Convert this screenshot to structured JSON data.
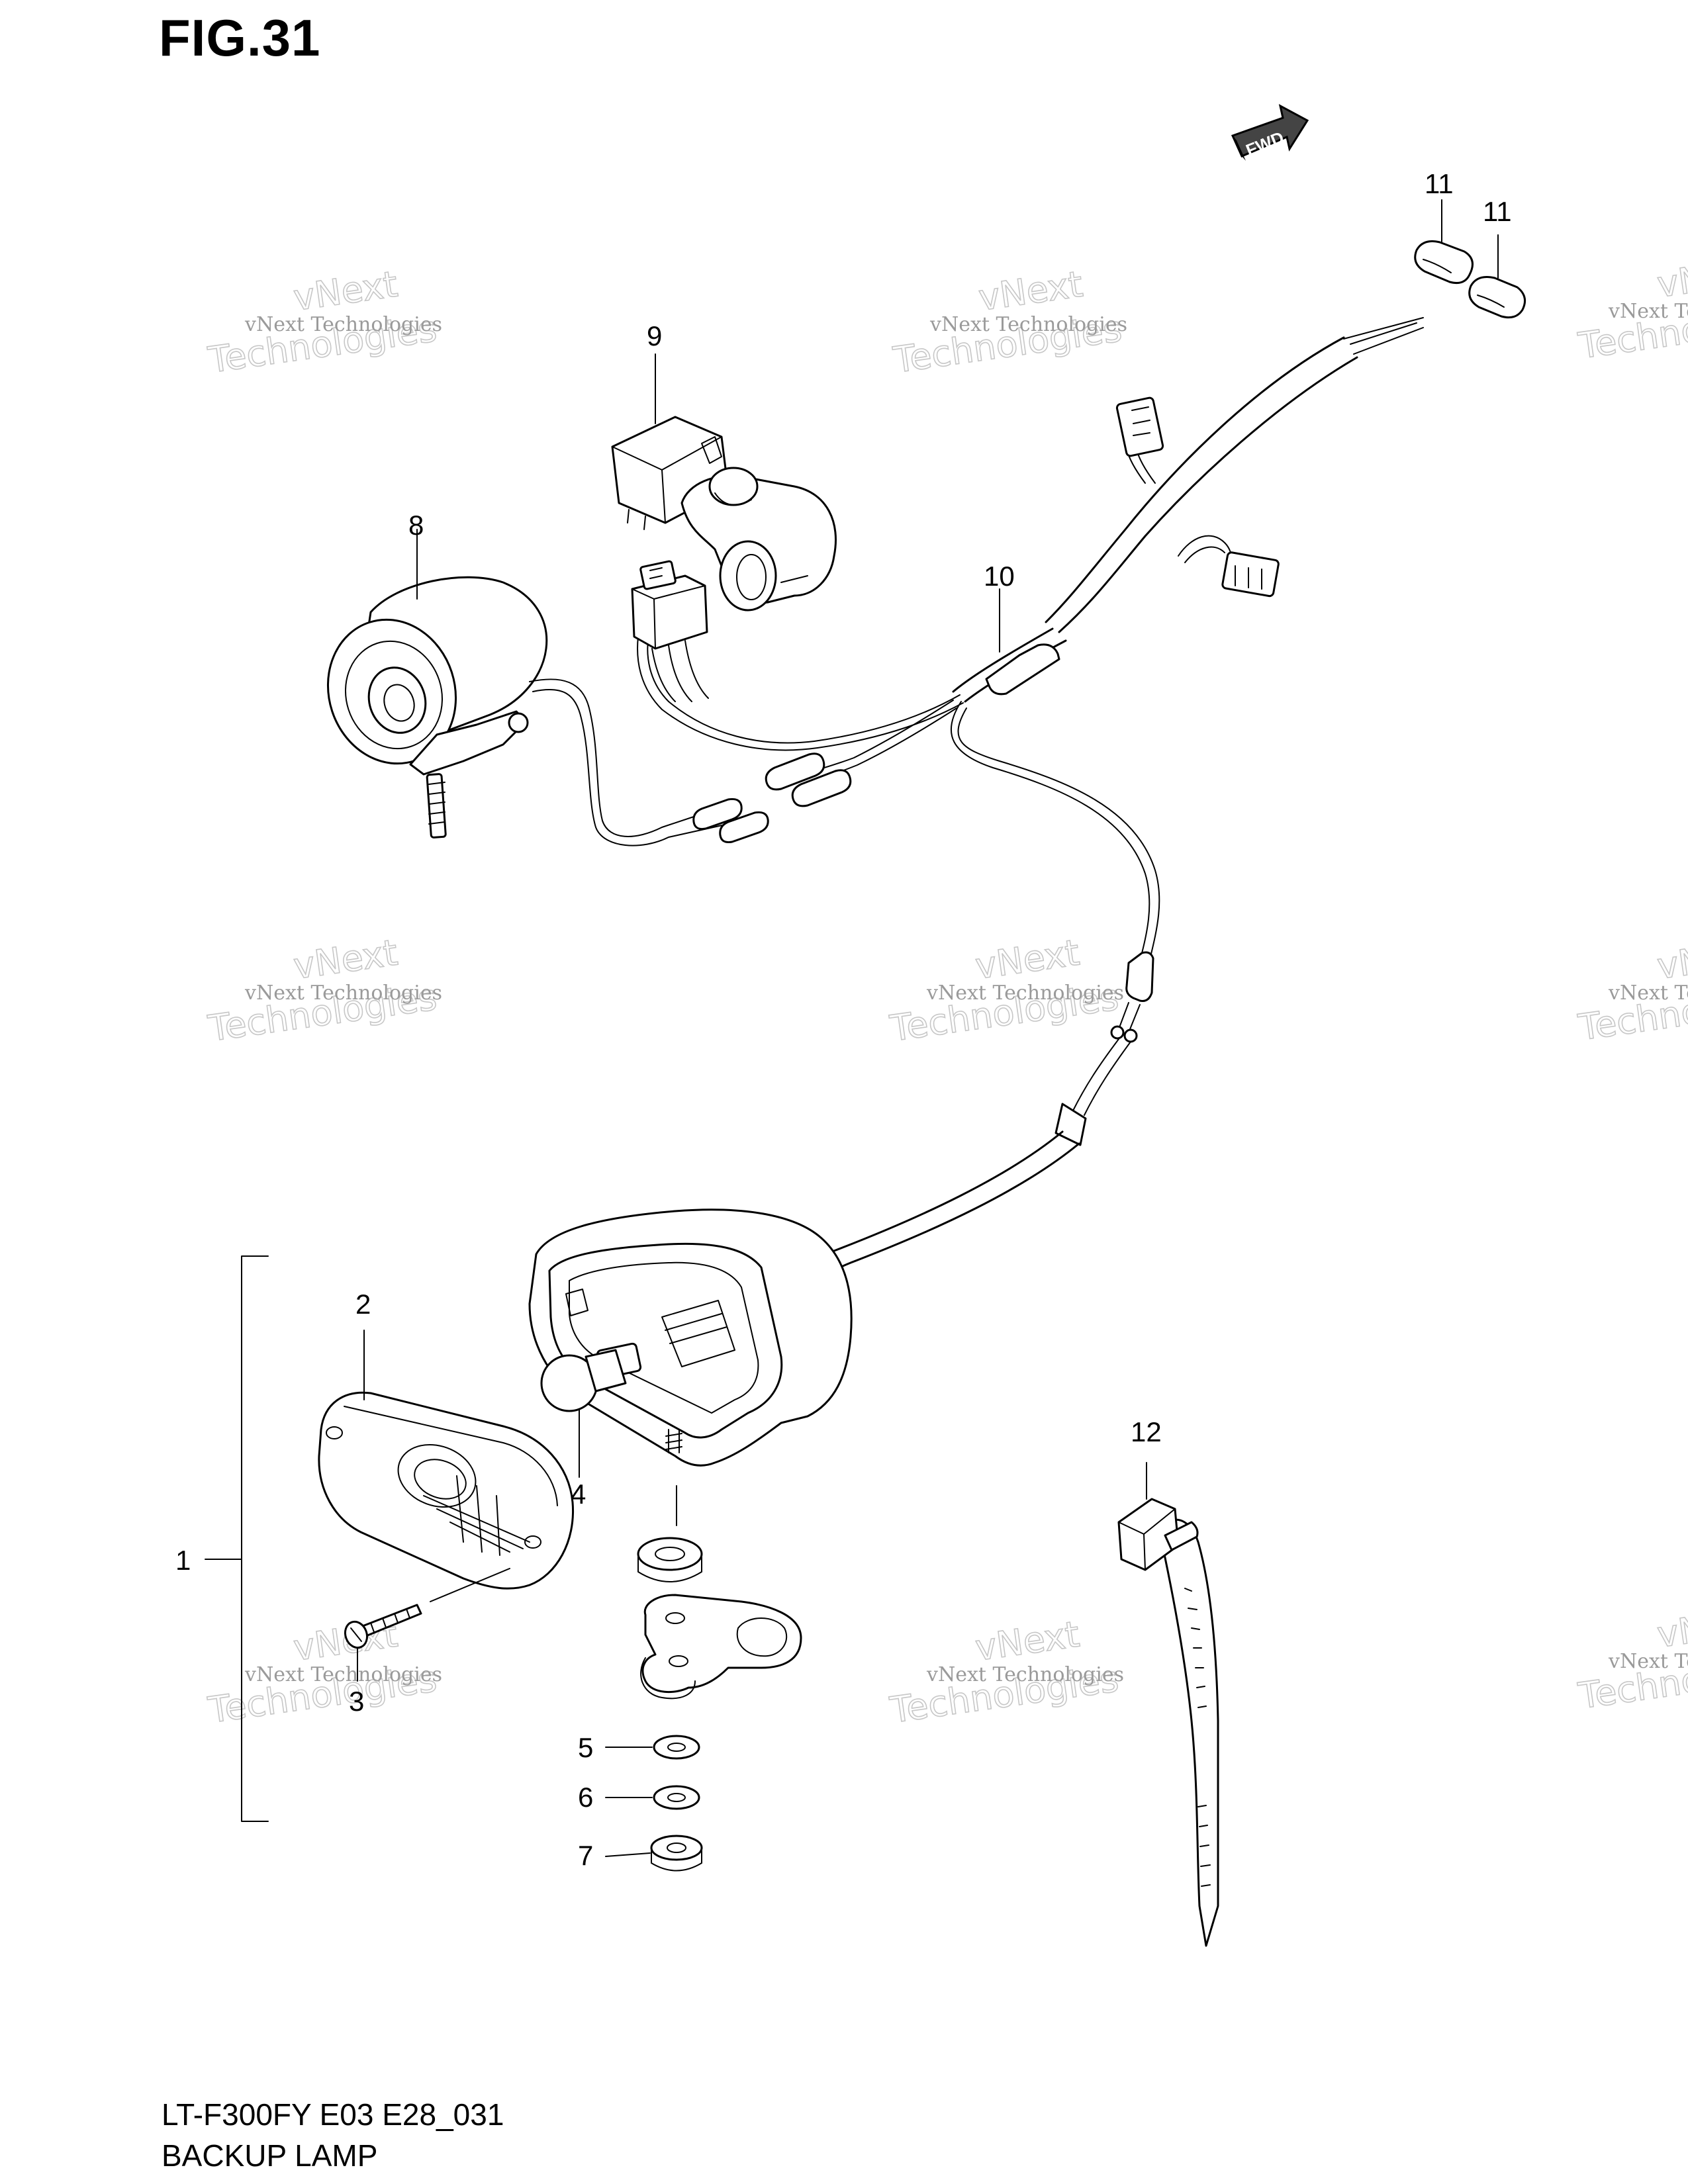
{
  "figure": {
    "title": "FIG.31",
    "model_code": "LT-F300FY E03 E28_031",
    "section_name": "BACKUP LAMP",
    "fwd_label": "FWD"
  },
  "callouts": [
    "1",
    "2",
    "3",
    "4",
    "5",
    "6",
    "7",
    "8",
    "9",
    "10",
    "11",
    "11",
    "12"
  ],
  "watermarks": [
    {
      "line1": "vNext Technologies",
      "line2": "vNext",
      "line3": "Technologies"
    },
    {
      "line1": "vNext Technologies",
      "line2": "vNext",
      "line3": "Technologies"
    },
    {
      "line1": "vNext Technologies",
      "line2": "vNext",
      "line3": "Technologies"
    },
    {
      "line1": "vNext Technologies",
      "line2": "vNext",
      "line3": "Technologies"
    },
    {
      "line1": "vNext Technologies",
      "line2": "vNext",
      "line3": "Technologies"
    },
    {
      "line1": "vNext Technologies",
      "line2": "vNext",
      "line3": "Technologies"
    },
    {
      "line1": "vNext Technologies",
      "line2": "vNext",
      "line3": "Technologies"
    },
    {
      "line1": "vNext Technologies",
      "line2": "vNext",
      "line3": "Technologies"
    },
    {
      "line1": "vNext Technologies",
      "line2": "vNext",
      "line3": "Technologies"
    }
  ]
}
